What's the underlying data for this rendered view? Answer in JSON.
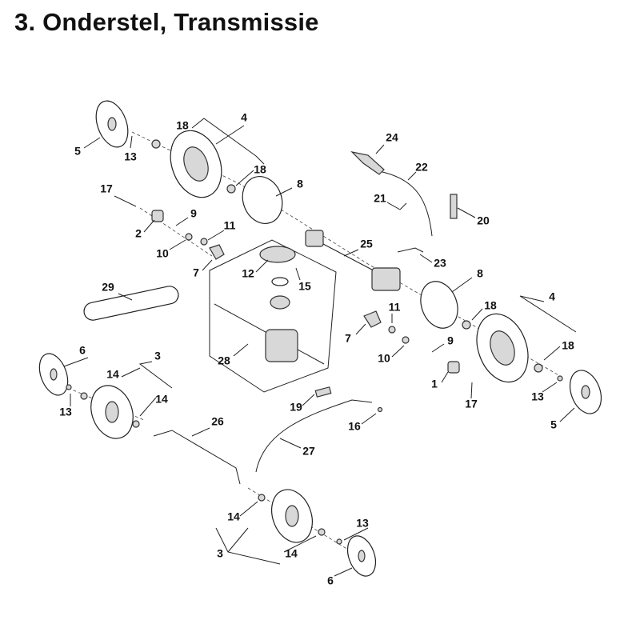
{
  "title": "3. Onderstel, Transmissie",
  "callouts": [
    "5",
    "13",
    "18",
    "4",
    "18",
    "8",
    "17",
    "9",
    "2",
    "11",
    "10",
    "7",
    "12",
    "15",
    "29",
    "25",
    "24",
    "22",
    "21",
    "20",
    "23",
    "8",
    "4",
    "18",
    "11",
    "7",
    "9",
    "10",
    "18",
    "28",
    "6",
    "3",
    "14",
    "14",
    "13",
    "1",
    "17",
    "13",
    "5",
    "19",
    "16",
    "26",
    "27",
    "14",
    "13",
    "3",
    "14",
    "6"
  ]
}
